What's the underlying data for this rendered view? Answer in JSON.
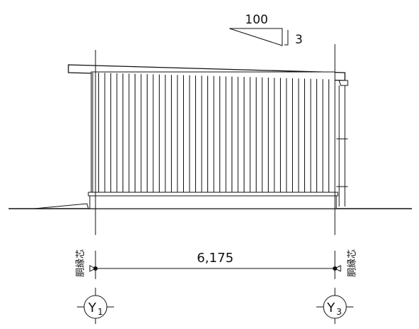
{
  "slope": {
    "run": "100",
    "rise": "3"
  },
  "dimension": {
    "value": "6,175"
  },
  "axes": {
    "left": {
      "symbol": "Y",
      "sub": "1",
      "note": "胴縁芯"
    },
    "right": {
      "symbol": "Y",
      "sub": "3",
      "note": "胴縁芯"
    }
  },
  "colors": {
    "line": "#111111",
    "background": "#ffffff"
  }
}
